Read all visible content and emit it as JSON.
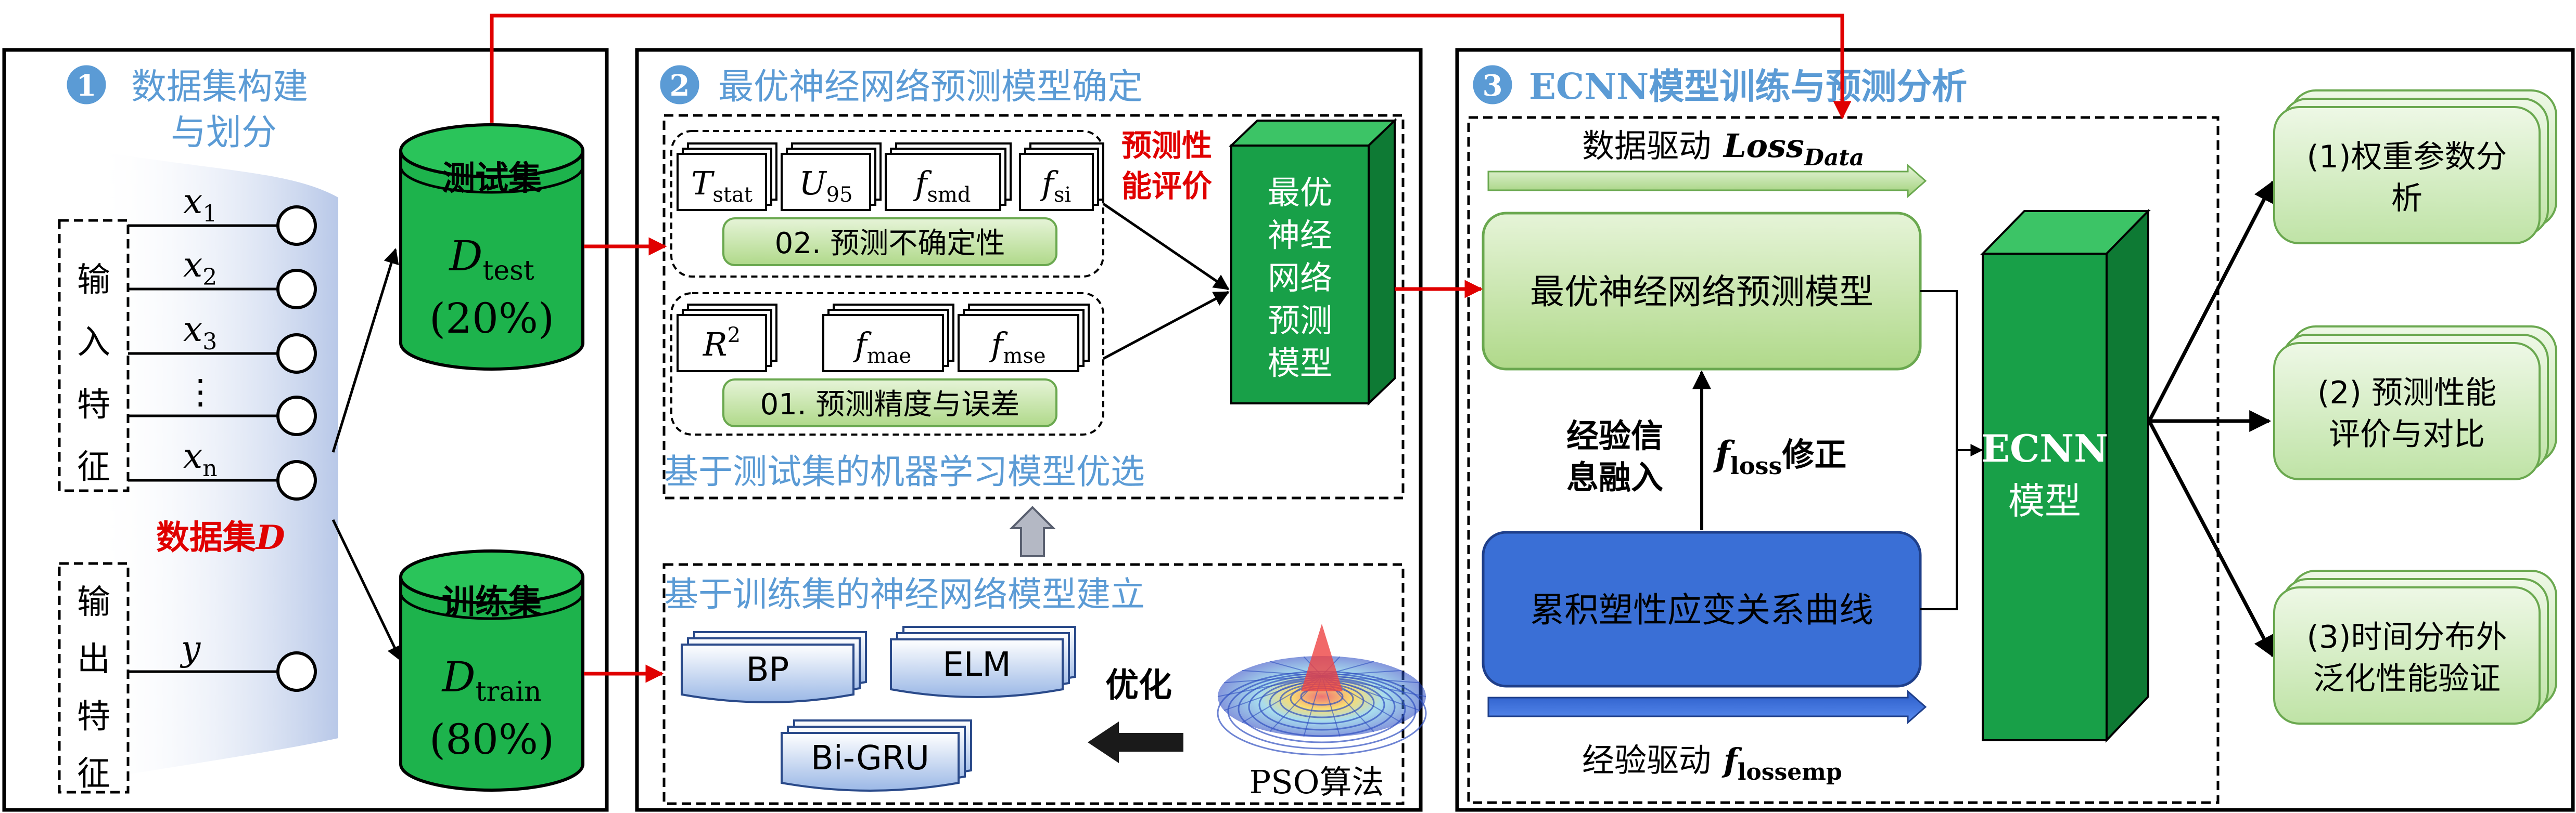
{
  "panel1": {
    "badge": "1",
    "title_line1": "数据集构建",
    "title_line2": "与划分",
    "input_label": [
      "输",
      "入",
      "特",
      "征"
    ],
    "output_label": [
      "输",
      "出",
      "特",
      "征"
    ],
    "x_vars": [
      {
        "base": "x",
        "sub": "1"
      },
      {
        "base": "x",
        "sub": "2"
      },
      {
        "base": "x",
        "sub": "3"
      },
      {
        "base": "⋮",
        "sub": ""
      },
      {
        "base": "x",
        "sub": "n"
      }
    ],
    "y_var": "y",
    "dataset_label": "数据集",
    "dataset_symbol": "D",
    "test_set": {
      "title": "测试集",
      "symbol": "D",
      "sub": "test",
      "percent": "(20%)"
    },
    "train_set": {
      "title": "训练集",
      "symbol": "D",
      "sub": "train",
      "percent": "(80%)"
    }
  },
  "panel2": {
    "badge": "2",
    "title": "最优神经网络预测模型确定",
    "uncertainty_cards": [
      {
        "base": "T",
        "sub": "stat"
      },
      {
        "base": "U",
        "sub": "95"
      },
      {
        "base": "f",
        "sub": "smd"
      },
      {
        "base": "f",
        "sub": "si"
      }
    ],
    "uncertainty_label": "02. 预测不确定性",
    "accuracy_cards": [
      {
        "base": "R",
        "sup": "2",
        "sub": ""
      },
      {
        "base": "f",
        "sub": "mae"
      },
      {
        "base": "f",
        "sub": "mse"
      }
    ],
    "accuracy_label": "01. 预测精度与误差",
    "eval_line1": "预测性",
    "eval_line2": "能评价",
    "best_model_lines": [
      "最优",
      "神经",
      "网络",
      "预测",
      "模型"
    ],
    "selection_caption": "基于测试集的机器学习模型优选",
    "build_caption": "基于训练集的神经网络模型建立",
    "models": [
      "BP",
      "ELM",
      "Bi-GRU"
    ],
    "optimize_label": "优化",
    "pso_label": "PSO算法"
  },
  "panel3": {
    "badge": "3",
    "title": "ECNN模型训练与预测分析",
    "data_drive_label": "数据驱动",
    "loss_base": "Loss",
    "loss_sub": "Data",
    "best_model_bar": "最优神经网络预测模型",
    "curve_bar": "累积塑性应变关系曲线",
    "fusion_line1": "经验信",
    "fusion_line2": "息融入",
    "floss_base": "f",
    "floss_sub": "loss",
    "floss_suffix": "修正",
    "emp_drive_label": "经验驱动",
    "flossemp_base": "f",
    "flossemp_sub": "lossemp",
    "ecnn_line1": "ECNN",
    "ecnn_line2": "模型",
    "outputs": [
      {
        "line1": "(1)权重参数分",
        "line2": "析"
      },
      {
        "line1": "(2) 预测性能",
        "line2": "评价与对比"
      },
      {
        "line1": "(3)时间分布外",
        "line2": "泛化性能验证"
      }
    ]
  },
  "colors": {
    "accent_blue": "#5b9bd5",
    "arrow_red": "#e00000",
    "cylinder_green": "#1db34c",
    "cube_green": "#18a048",
    "card_green": "#c8e6b0",
    "bar_light_green": "#b5dc97",
    "bar_blue": "#3a6fd6",
    "model_blue": "#b7cdee"
  }
}
